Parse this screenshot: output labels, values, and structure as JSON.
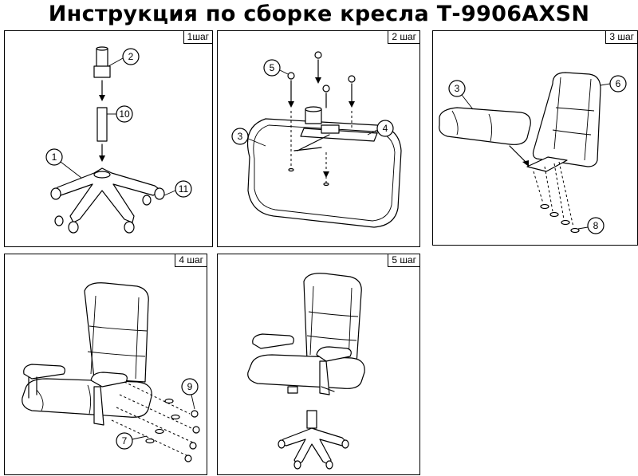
{
  "title": "Инструкция по сборке кресла Т-9906AXSN",
  "steps": [
    {
      "label": "1шаг",
      "callouts": [
        "2",
        "10",
        "1",
        "11"
      ]
    },
    {
      "label": "2 шаг",
      "callouts": [
        "5",
        "3",
        "4"
      ]
    },
    {
      "label": "3 шаг",
      "callouts": [
        "3",
        "6",
        "8"
      ]
    },
    {
      "label": "4 шаг",
      "callouts": [
        "9",
        "7"
      ]
    },
    {
      "label": "5 шаг",
      "callouts": []
    }
  ]
}
